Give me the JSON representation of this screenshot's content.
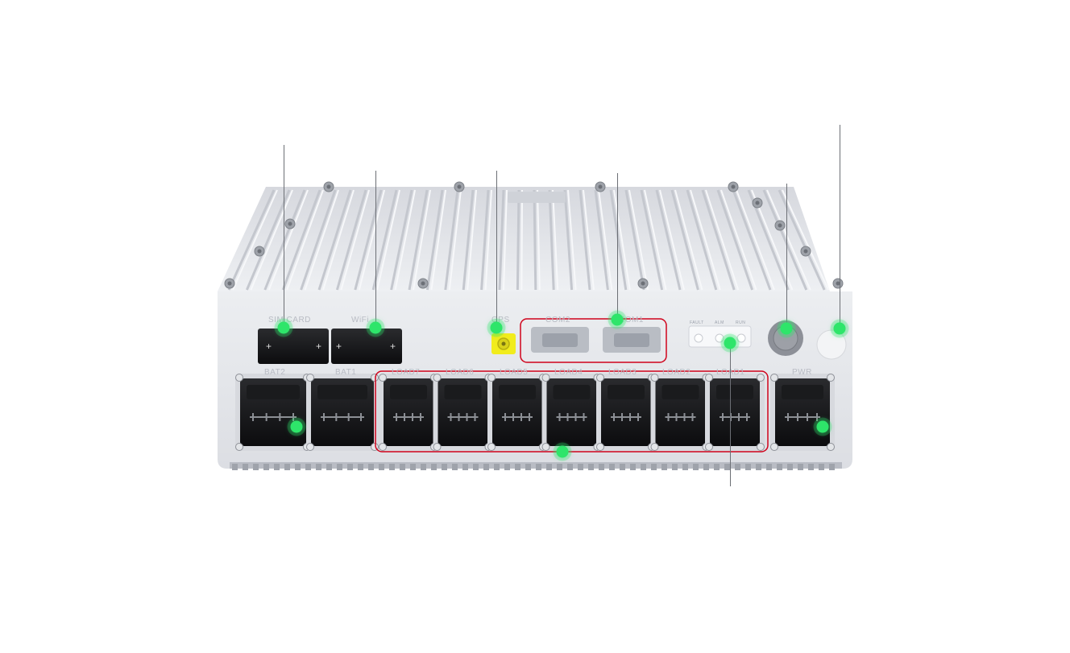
{
  "ports": {
    "sim_card": "SIM CARD",
    "wifi": "WiFi",
    "gps": "GPS",
    "com2": "COM2",
    "com1": "COM1",
    "bat2": "BAT2",
    "bat1": "BAT1",
    "loads": [
      "LOAD7",
      "LOAD6",
      "LOAD5",
      "LOAD4",
      "LOAD3",
      "LOAD2",
      "LOAD1"
    ],
    "pwr": "PWR"
  },
  "leds": {
    "fault": "FAULT",
    "alm": "ALM",
    "run": "RUN"
  },
  "colors": {
    "hotspot": "#2ee56a",
    "highlight": "#d0021b",
    "chassis": "#e6e7eb"
  },
  "icons": [
    "ground-icon",
    "vent-icon"
  ]
}
